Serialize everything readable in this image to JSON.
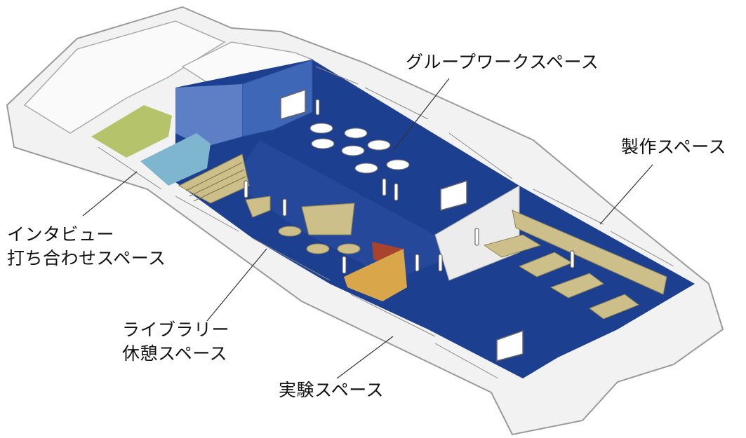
{
  "labels": {
    "group_work": "グループワークスペース",
    "production": "製作スペース",
    "interview_line1": "インタビュー",
    "interview_line2": "打ち合わせスペース",
    "library_line1": "ライブラリー",
    "library_line2": "休憩スペース",
    "experiment": "実験スペース"
  },
  "colors": {
    "floor_blue": "#1d3f8f",
    "accent_blue": "#3f67b8",
    "wall": "#f4f4f4",
    "wall_edge": "#9a9a9a",
    "interview_green": "#b5c46a",
    "interview_cyan": "#7fb6cf",
    "furniture_tan": "#cdbf8a",
    "partition_orange": "#d9a64a",
    "partition_red": "#a8432e"
  },
  "icons": [
    "table-icon",
    "person-icon",
    "whiteboard-icon",
    "bookshelf-icon"
  ]
}
